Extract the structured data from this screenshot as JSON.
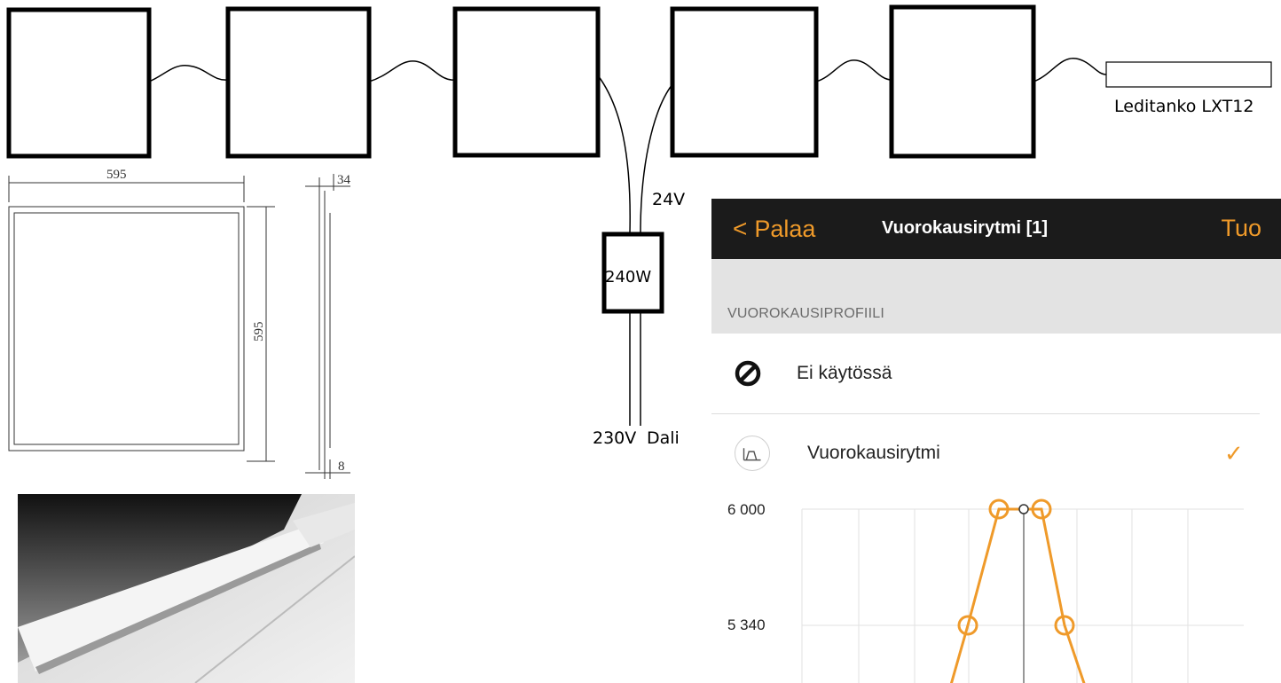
{
  "diagram": {
    "product_label": "Leditanko LXT12",
    "dim_width": "595",
    "dim_height": "595",
    "dim_depth_top": "34",
    "dim_depth_bottom": "8",
    "psu_power": "240W",
    "output_voltage": "24V",
    "input_voltage": "230V",
    "control_label": "Dali"
  },
  "app": {
    "back_label": "Palaa",
    "title": "Vuorokausirytmi [1]",
    "import_label": "Tuo",
    "section_label": "VUOROKAUSIPROFIILI",
    "options": [
      {
        "label": "Ei käytössä",
        "icon": "ban-icon",
        "selected": false
      },
      {
        "label": "Vuorokausirytmi",
        "icon": "rhythm-icon",
        "selected": true
      }
    ],
    "accent": "#ef9a2a"
  },
  "chart_data": {
    "type": "line",
    "y_ticks": [
      "6 000",
      "5 340"
    ],
    "y_values": [
      6000,
      5340
    ],
    "series": [
      {
        "points": [
          {
            "y": 5340
          },
          {
            "y": 6000
          },
          {
            "y": 6000
          },
          {
            "y": 5340
          }
        ]
      }
    ]
  }
}
